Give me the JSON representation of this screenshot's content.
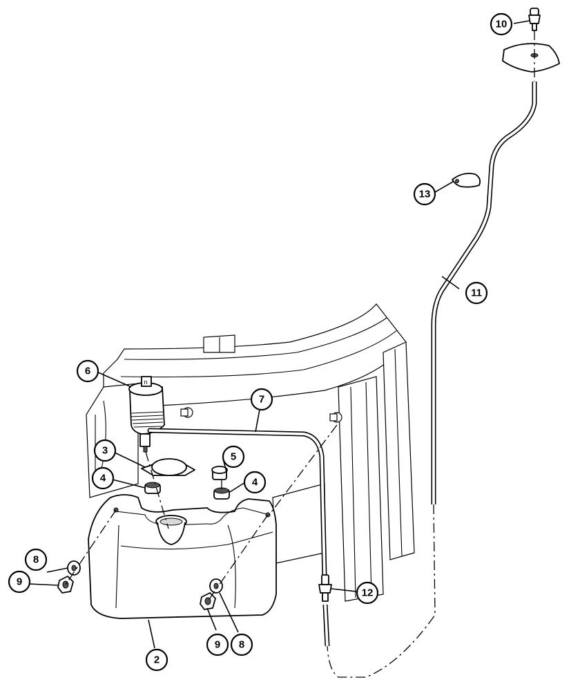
{
  "diagram": {
    "callouts": [
      {
        "id": "callout-2",
        "label": "2"
      },
      {
        "id": "callout-3",
        "label": "3"
      },
      {
        "id": "callout-4a",
        "label": "4"
      },
      {
        "id": "callout-4b",
        "label": "4"
      },
      {
        "id": "callout-5",
        "label": "5"
      },
      {
        "id": "callout-6",
        "label": "6"
      },
      {
        "id": "callout-7",
        "label": "7"
      },
      {
        "id": "callout-8a",
        "label": "8"
      },
      {
        "id": "callout-8b",
        "label": "8"
      },
      {
        "id": "callout-9a",
        "label": "9"
      },
      {
        "id": "callout-9b",
        "label": "9"
      },
      {
        "id": "callout-10",
        "label": "10"
      },
      {
        "id": "callout-11",
        "label": "11"
      },
      {
        "id": "callout-12",
        "label": "12"
      },
      {
        "id": "callout-13",
        "label": "13"
      }
    ]
  }
}
